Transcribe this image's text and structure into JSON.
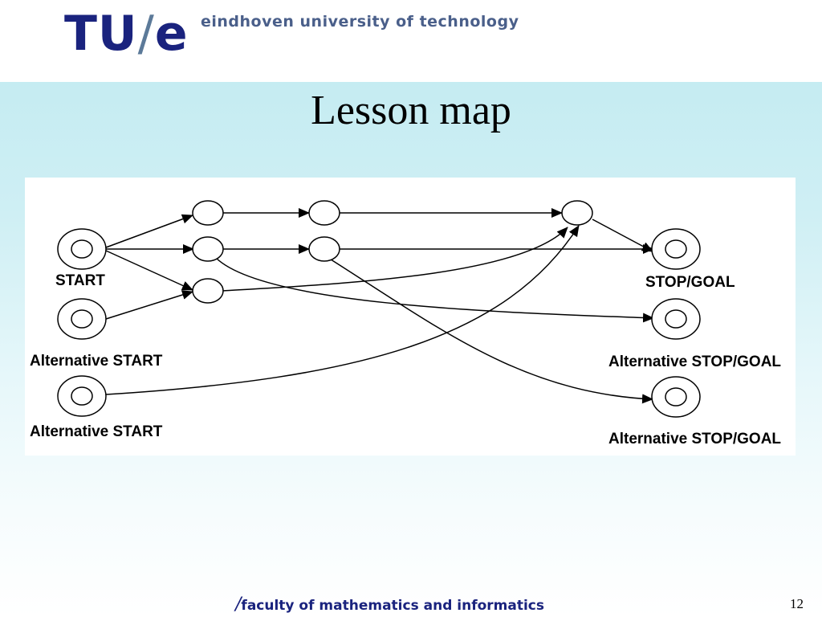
{
  "header": {
    "logo_text": "TU/e",
    "logo_main": "TU",
    "logo_slash": "/",
    "logo_e": "e",
    "university": "eindhoven university of technology"
  },
  "slide": {
    "title": "Lesson map",
    "page_number": "12"
  },
  "footer": {
    "slash": "/",
    "text": "faculty of mathematics and informatics"
  },
  "diagram": {
    "labels": {
      "start": "START",
      "alt_start_1": "Alternative START",
      "alt_start_2": "Alternative START",
      "stop": "STOP/GOAL",
      "alt_stop_1": "Alternative STOP/GOAL",
      "alt_stop_2": "Alternative STOP/GOAL"
    }
  },
  "colors": {
    "brand_blue": "#1a237e",
    "slash_grey": "#5c7a99",
    "slide_bg": "#c5ecf2"
  }
}
